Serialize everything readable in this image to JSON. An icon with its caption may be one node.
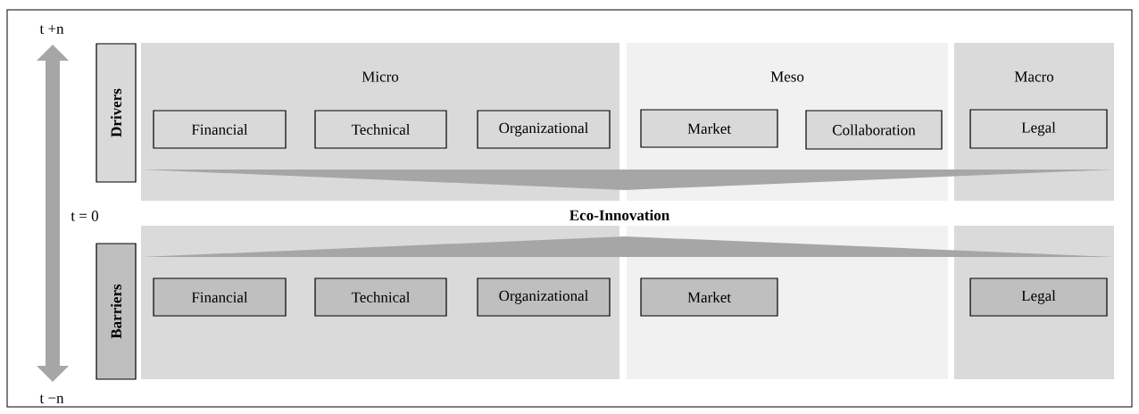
{
  "diagram": {
    "nodes": [
      {
        "text": [
          "Drivers"
        ]
      },
      {
        "text": [
          "Micro"
        ]
      },
      {
        "text": [
          "Financial"
        ],
        "in": 1
      },
      {
        "text": [
          "Technical"
        ],
        "in": 1
      },
      {
        "text": [
          "Organizational"
        ],
        "in": 1
      },
      {
        "text": [
          "Meso"
        ]
      },
      {
        "text": [
          "Market"
        ],
        "in": 5
      },
      {
        "text": [
          "Collaboration"
        ],
        "in": 5
      },
      {
        "text": [
          "Macro"
        ]
      },
      {
        "text": [
          "Legal"
        ],
        "in": 8
      },
      {
        "text": [
          "Barriers"
        ]
      },
      {
        "text": [],
        "shape": "box"
      },
      {
        "text": [
          "Financial"
        ],
        "in": 11
      },
      {
        "text": [
          "Technical"
        ],
        "in": 11
      },
      {
        "text": [
          "Organizational"
        ],
        "in": 11
      },
      {
        "text": [],
        "shape": "box"
      },
      {
        "text": [
          "Market"
        ],
        "in": 15
      },
      {
        "text": [],
        "shape": "box"
      },
      {
        "text": [
          "Legal"
        ],
        "in": 17
      },
      {
        "text": [],
        "shape": "triangle"
      },
      {
        "text": [],
        "shape": "triangle"
      }
    ],
    "labels": [
      "t +n",
      "t = 0",
      "Eco-Innovation",
      "t −n"
    ]
  }
}
